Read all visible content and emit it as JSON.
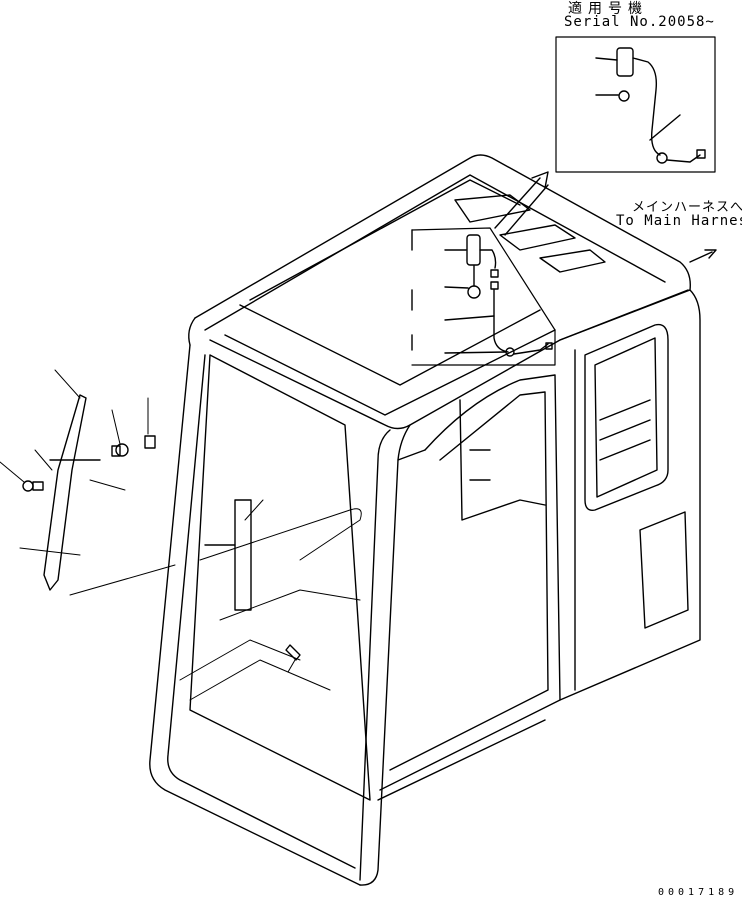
{
  "labels": {
    "serial_applicable_jp": "適用号機",
    "serial_number": "Serial No.20058~",
    "to_harness_jp": "メインハーネスへ",
    "to_harness_en": "To Main Harness",
    "drawing_number": "00017189"
  },
  "colors": {
    "line": "#000000",
    "background": "#ffffff"
  }
}
